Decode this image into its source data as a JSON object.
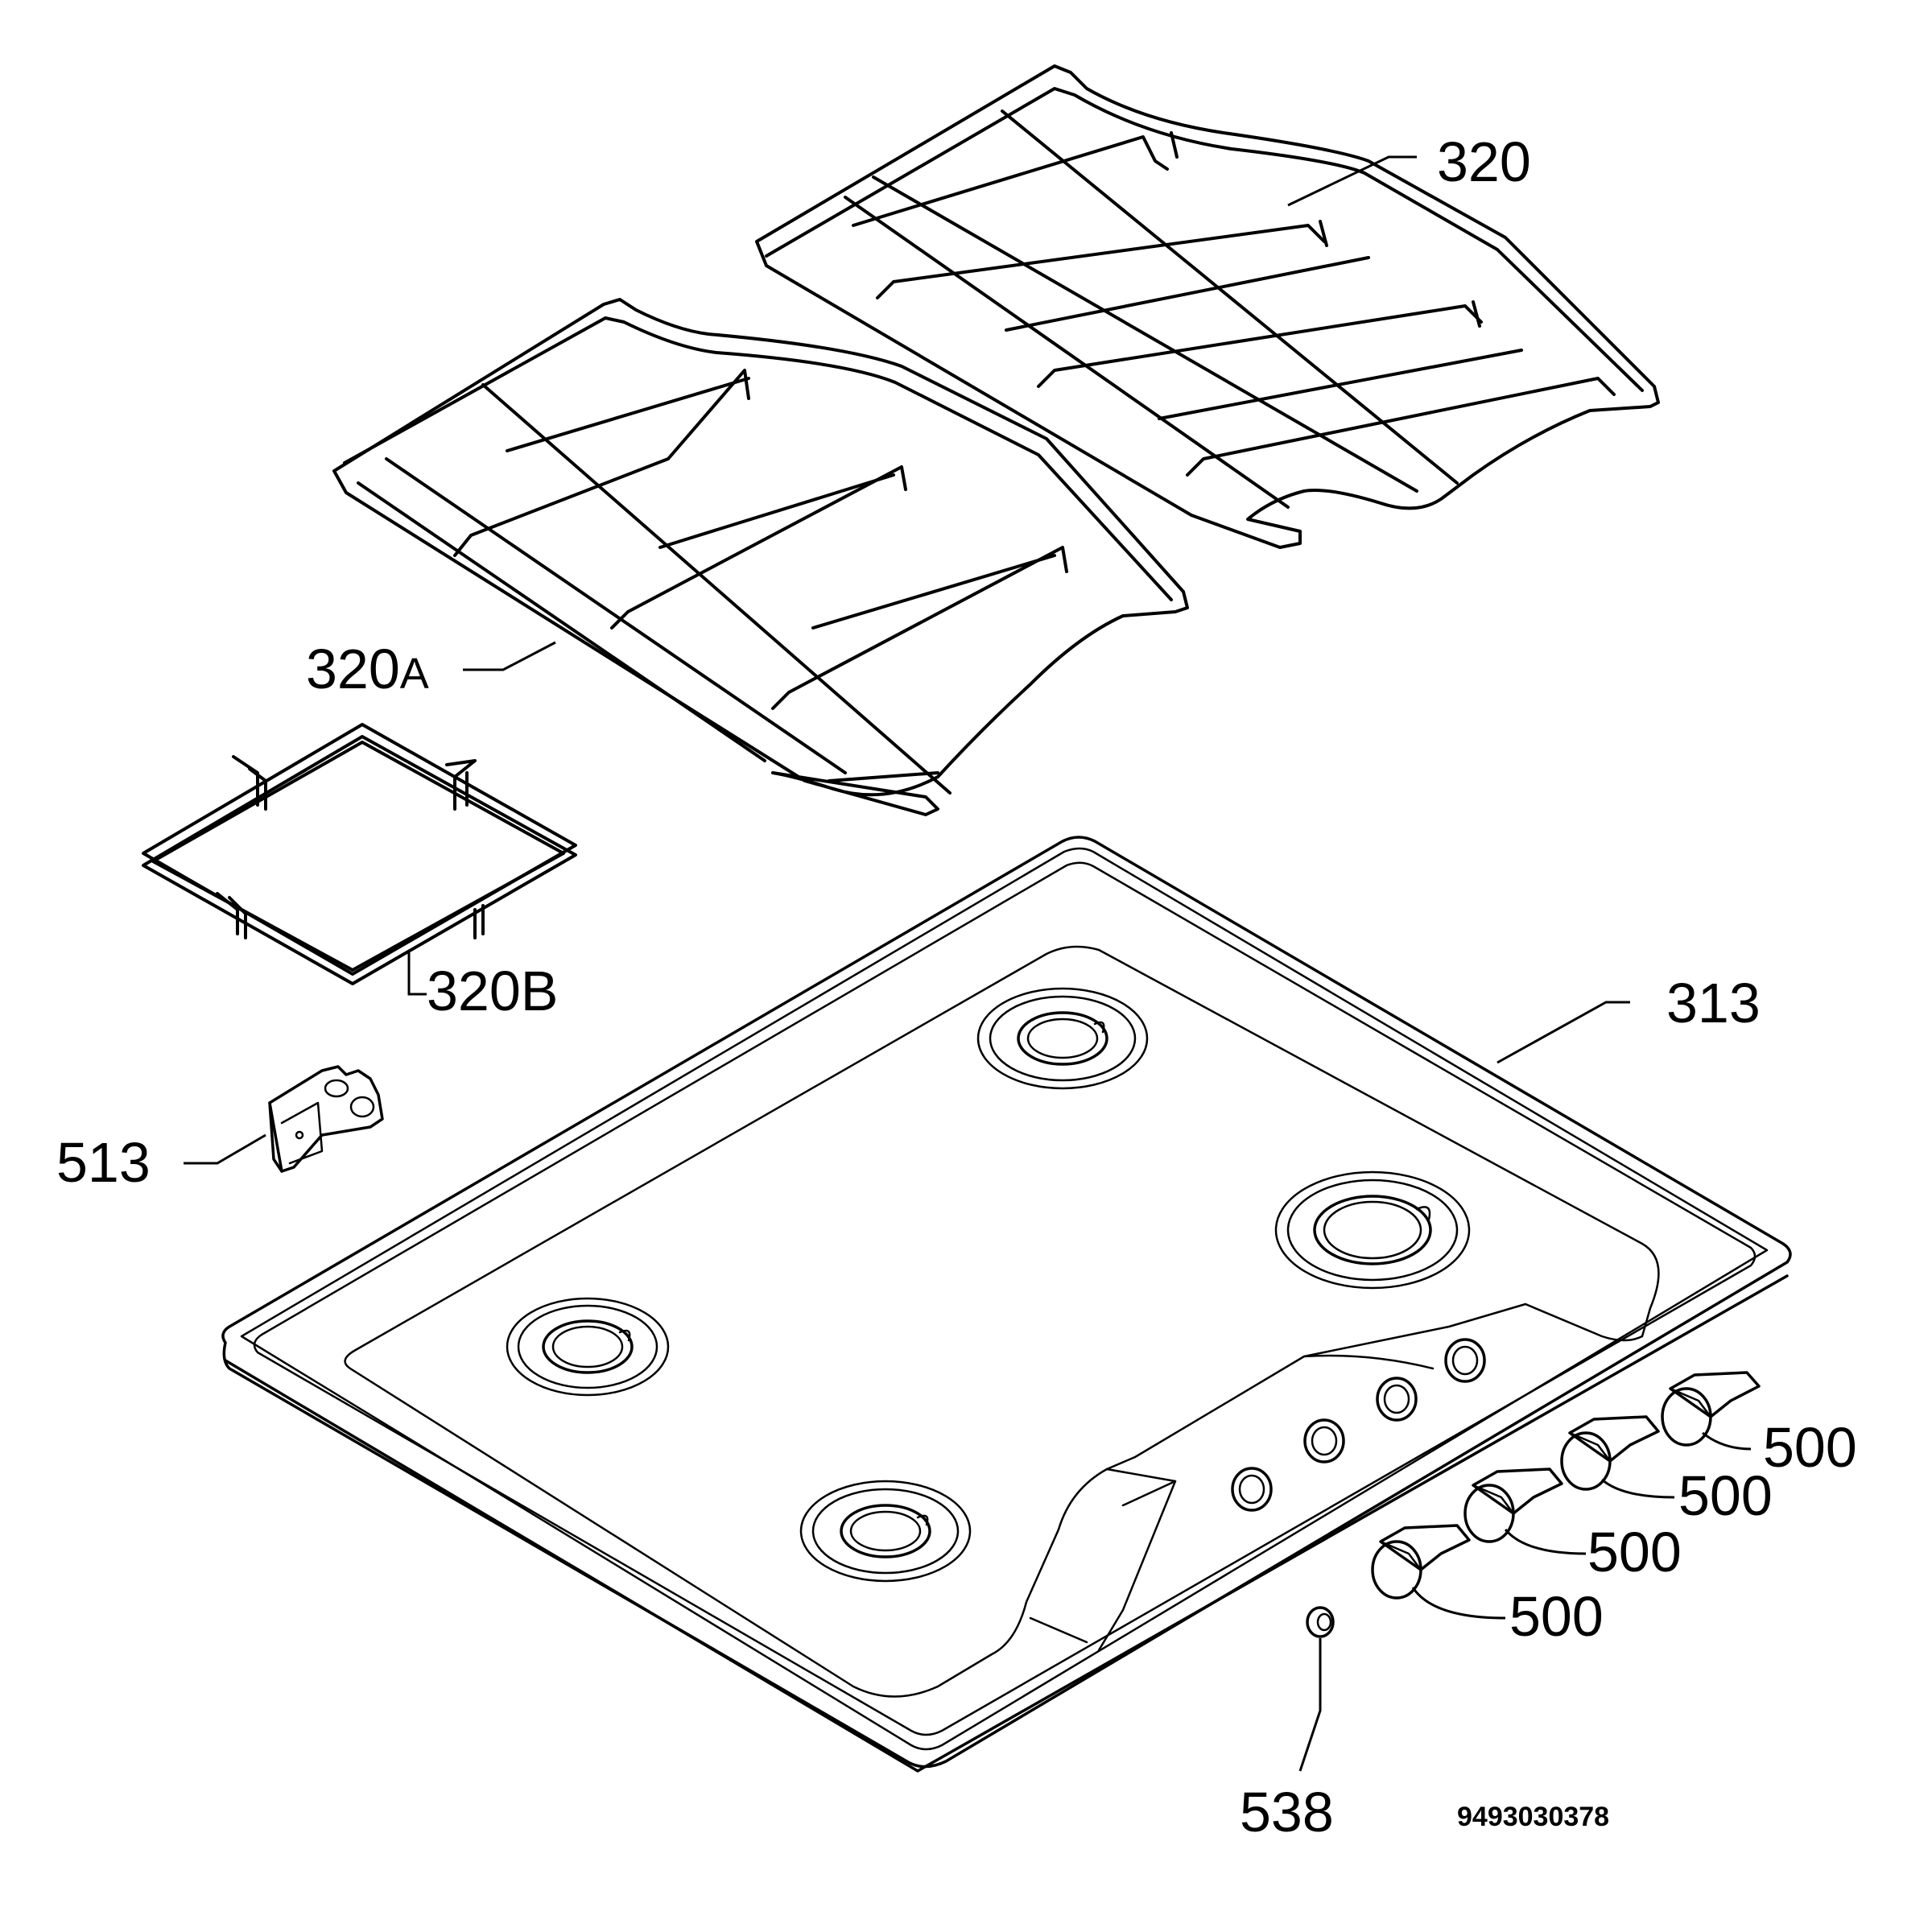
{
  "diagram": {
    "labels": {
      "grid_right": "320",
      "grid_left": "320",
      "grid_left_suffix": "A",
      "wok_ring": "320B",
      "clip": "513",
      "hob_top": "313",
      "knob_1": "500",
      "knob_2": "500",
      "knob_3": "500",
      "knob_4": "500",
      "bush": "538"
    },
    "part_code": "9493030378"
  }
}
